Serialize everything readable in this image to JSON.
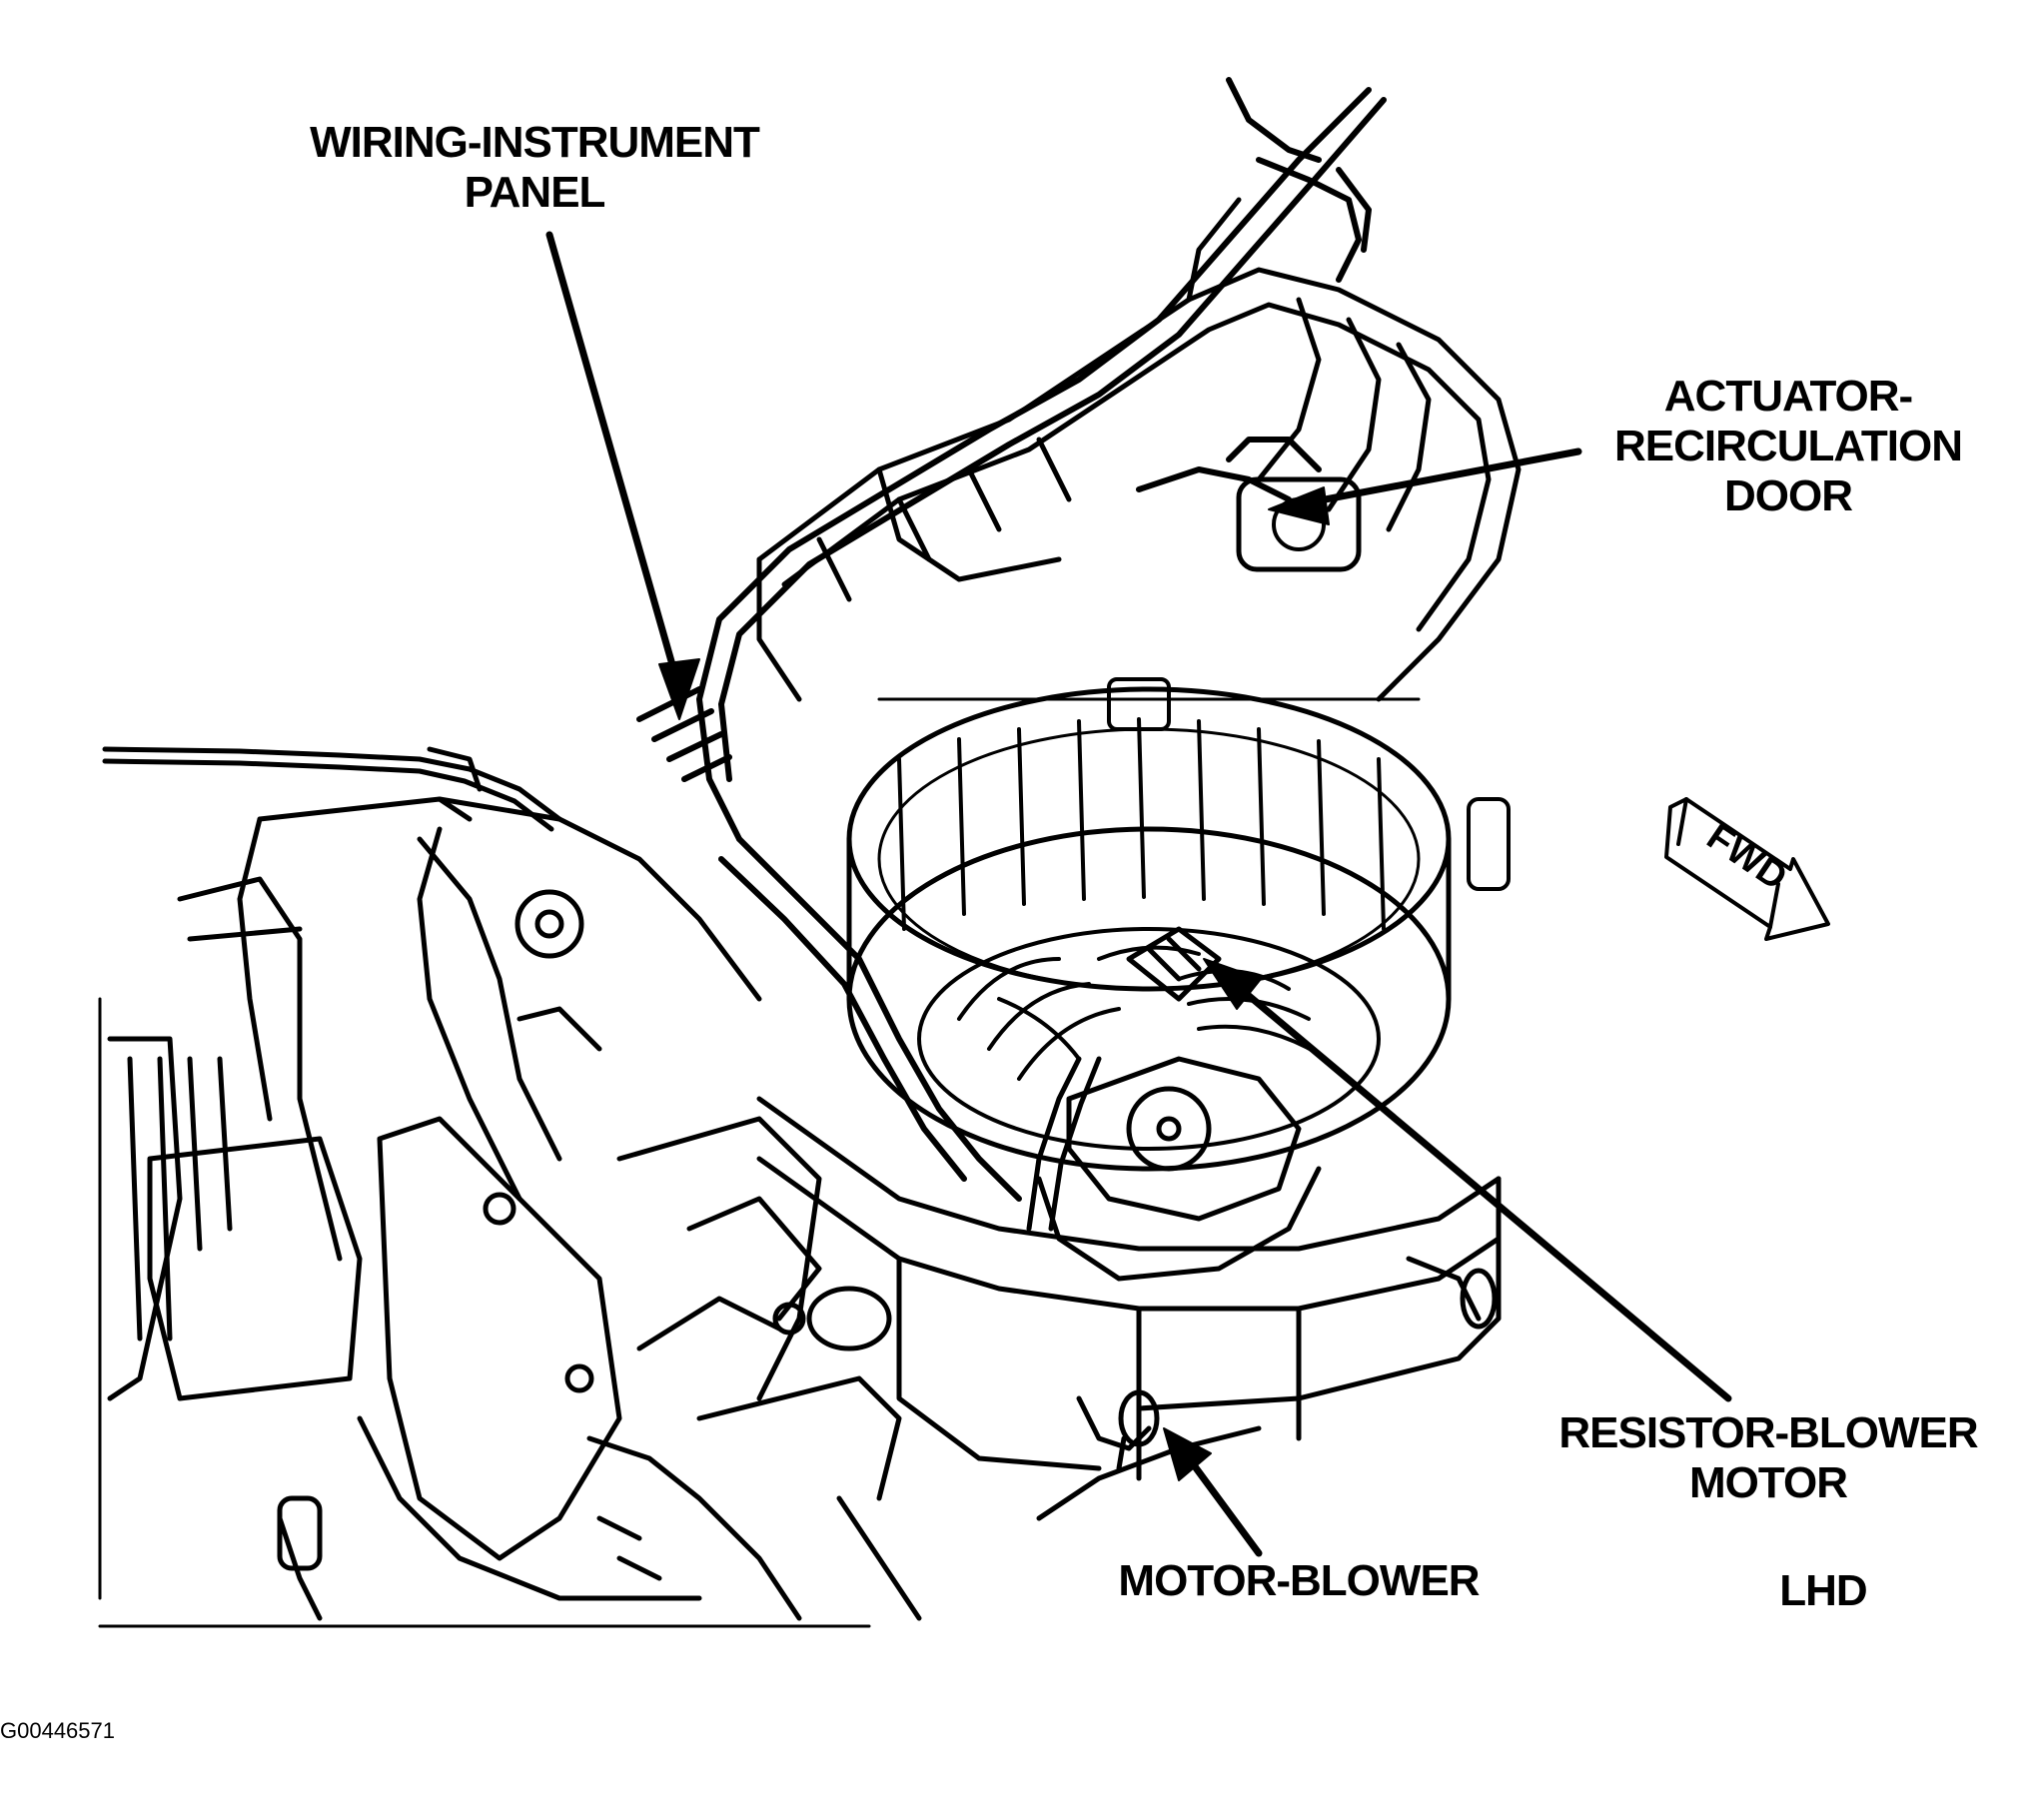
{
  "labels": {
    "wiring_line1": "WIRING-INSTRUMENT",
    "wiring_line2": "PANEL",
    "actuator_line1": "ACTUATOR-",
    "actuator_line2": "RECIRCULATION",
    "actuator_line3": "DOOR",
    "resistor_line1": "RESISTOR-BLOWER",
    "resistor_line2": "MOTOR",
    "motor": "MOTOR-BLOWER",
    "variant": "LHD",
    "fwd": "FWD",
    "figure_id": "G00446571"
  },
  "colors": {
    "ink": "#000000",
    "paper": "#ffffff"
  }
}
